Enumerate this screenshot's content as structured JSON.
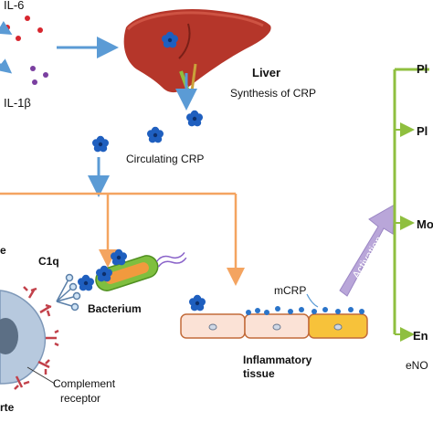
{
  "labels": {
    "il6": "IL-6",
    "il1b": "IL-1β",
    "liver_title": "Liver",
    "liver_sub": "Synthesis of CRP",
    "circulating": "Circulating CRP",
    "c1q": "C1q",
    "bacterium": "Bacterium",
    "complement": "Complement",
    "receptor": "receptor",
    "mcrp": "mCRP",
    "inflammatory": "Inflammatory",
    "tissue": "tissue",
    "activation": "Activation",
    "right_1": "Pl",
    "right_2": "Pl",
    "right_3": "Mo",
    "right_4": "En",
    "right_5": "eNO",
    "left_cut_1": "e",
    "left_cut_2": "rte"
  },
  "colors": {
    "liver": "#b5362a",
    "crp_blue": "#1f5fbf",
    "arrow_blue": "#5b9bd5",
    "arrow_orange": "#f4a460",
    "arrow_green": "#8fbf3f",
    "activation": "#b9a6d9",
    "cell_fill": "#fbe2d6",
    "il6_dot": "#d7262e",
    "il1b_dot": "#7a3fa0"
  }
}
